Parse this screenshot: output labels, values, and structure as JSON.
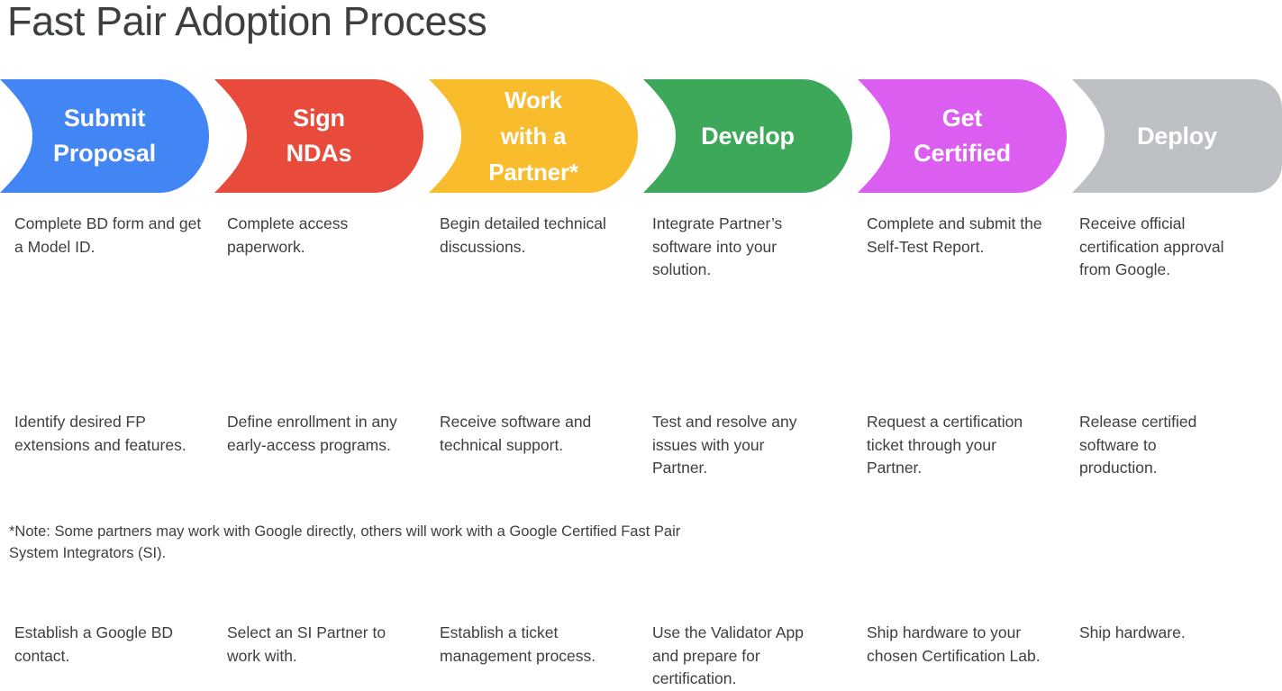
{
  "title": "Fast Pair Adoption Process",
  "colors": {
    "blue": "#4285f4",
    "red": "#e84a3c",
    "yellow": "#f9bc2d",
    "green": "#3da85a",
    "magenta": "#dc5ef0",
    "gray": "#bdc1c6",
    "text": "#3c4043",
    "label": "#ffffff",
    "background": "#ffffff"
  },
  "stages": [
    {
      "label": "Submit\nProposal",
      "color_key": "blue",
      "color": "#4285f4"
    },
    {
      "label": "Sign\nNDAs",
      "color_key": "red",
      "color": "#e84a3c"
    },
    {
      "label": "Work\nwith a\nPartner*",
      "color_key": "yellow",
      "color": "#f9bc2d"
    },
    {
      "label": "Develop",
      "color_key": "green",
      "color": "#3da85a"
    },
    {
      "label": "Get\nCertified",
      "color_key": "magenta",
      "color": "#dc5ef0"
    },
    {
      "label": "Deploy",
      "color_key": "gray",
      "color": "#bdc1c6"
    }
  ],
  "columns": [
    {
      "stage": "Submit Proposal",
      "items": [
        "Complete BD form and get a Model ID.",
        "Identify desired FP extensions and features.",
        "Establish a Google BD contact."
      ]
    },
    {
      "stage": "Sign NDAs",
      "items": [
        "Complete access paperwork.",
        "Define enrollment in any early-access programs.",
        "Select an SI Partner to work with."
      ]
    },
    {
      "stage": "Work with a Partner*",
      "items": [
        "Begin detailed technical discussions.",
        "Receive software and technical support.",
        "Establish a ticket management process."
      ]
    },
    {
      "stage": "Develop",
      "items": [
        "Integrate Partner’s software into your solution.",
        "Test and resolve any issues with your Partner.",
        "Use the Validator App and prepare for certification."
      ]
    },
    {
      "stage": "Get Certified",
      "items": [
        "Complete and submit the Self-Test Report.",
        "Request a certification ticket through your Partner.",
        "Ship hardware to your chosen Certification Lab."
      ]
    },
    {
      "stage": "Deploy",
      "items": [
        "Receive official certification approval from Google.",
        "Release certified software to production.",
        "Ship hardware."
      ]
    }
  ],
  "footnote": "*Note: Some partners may work with Google directly, others will work with a Google Certified Fast Pair System Integrators (SI)."
}
